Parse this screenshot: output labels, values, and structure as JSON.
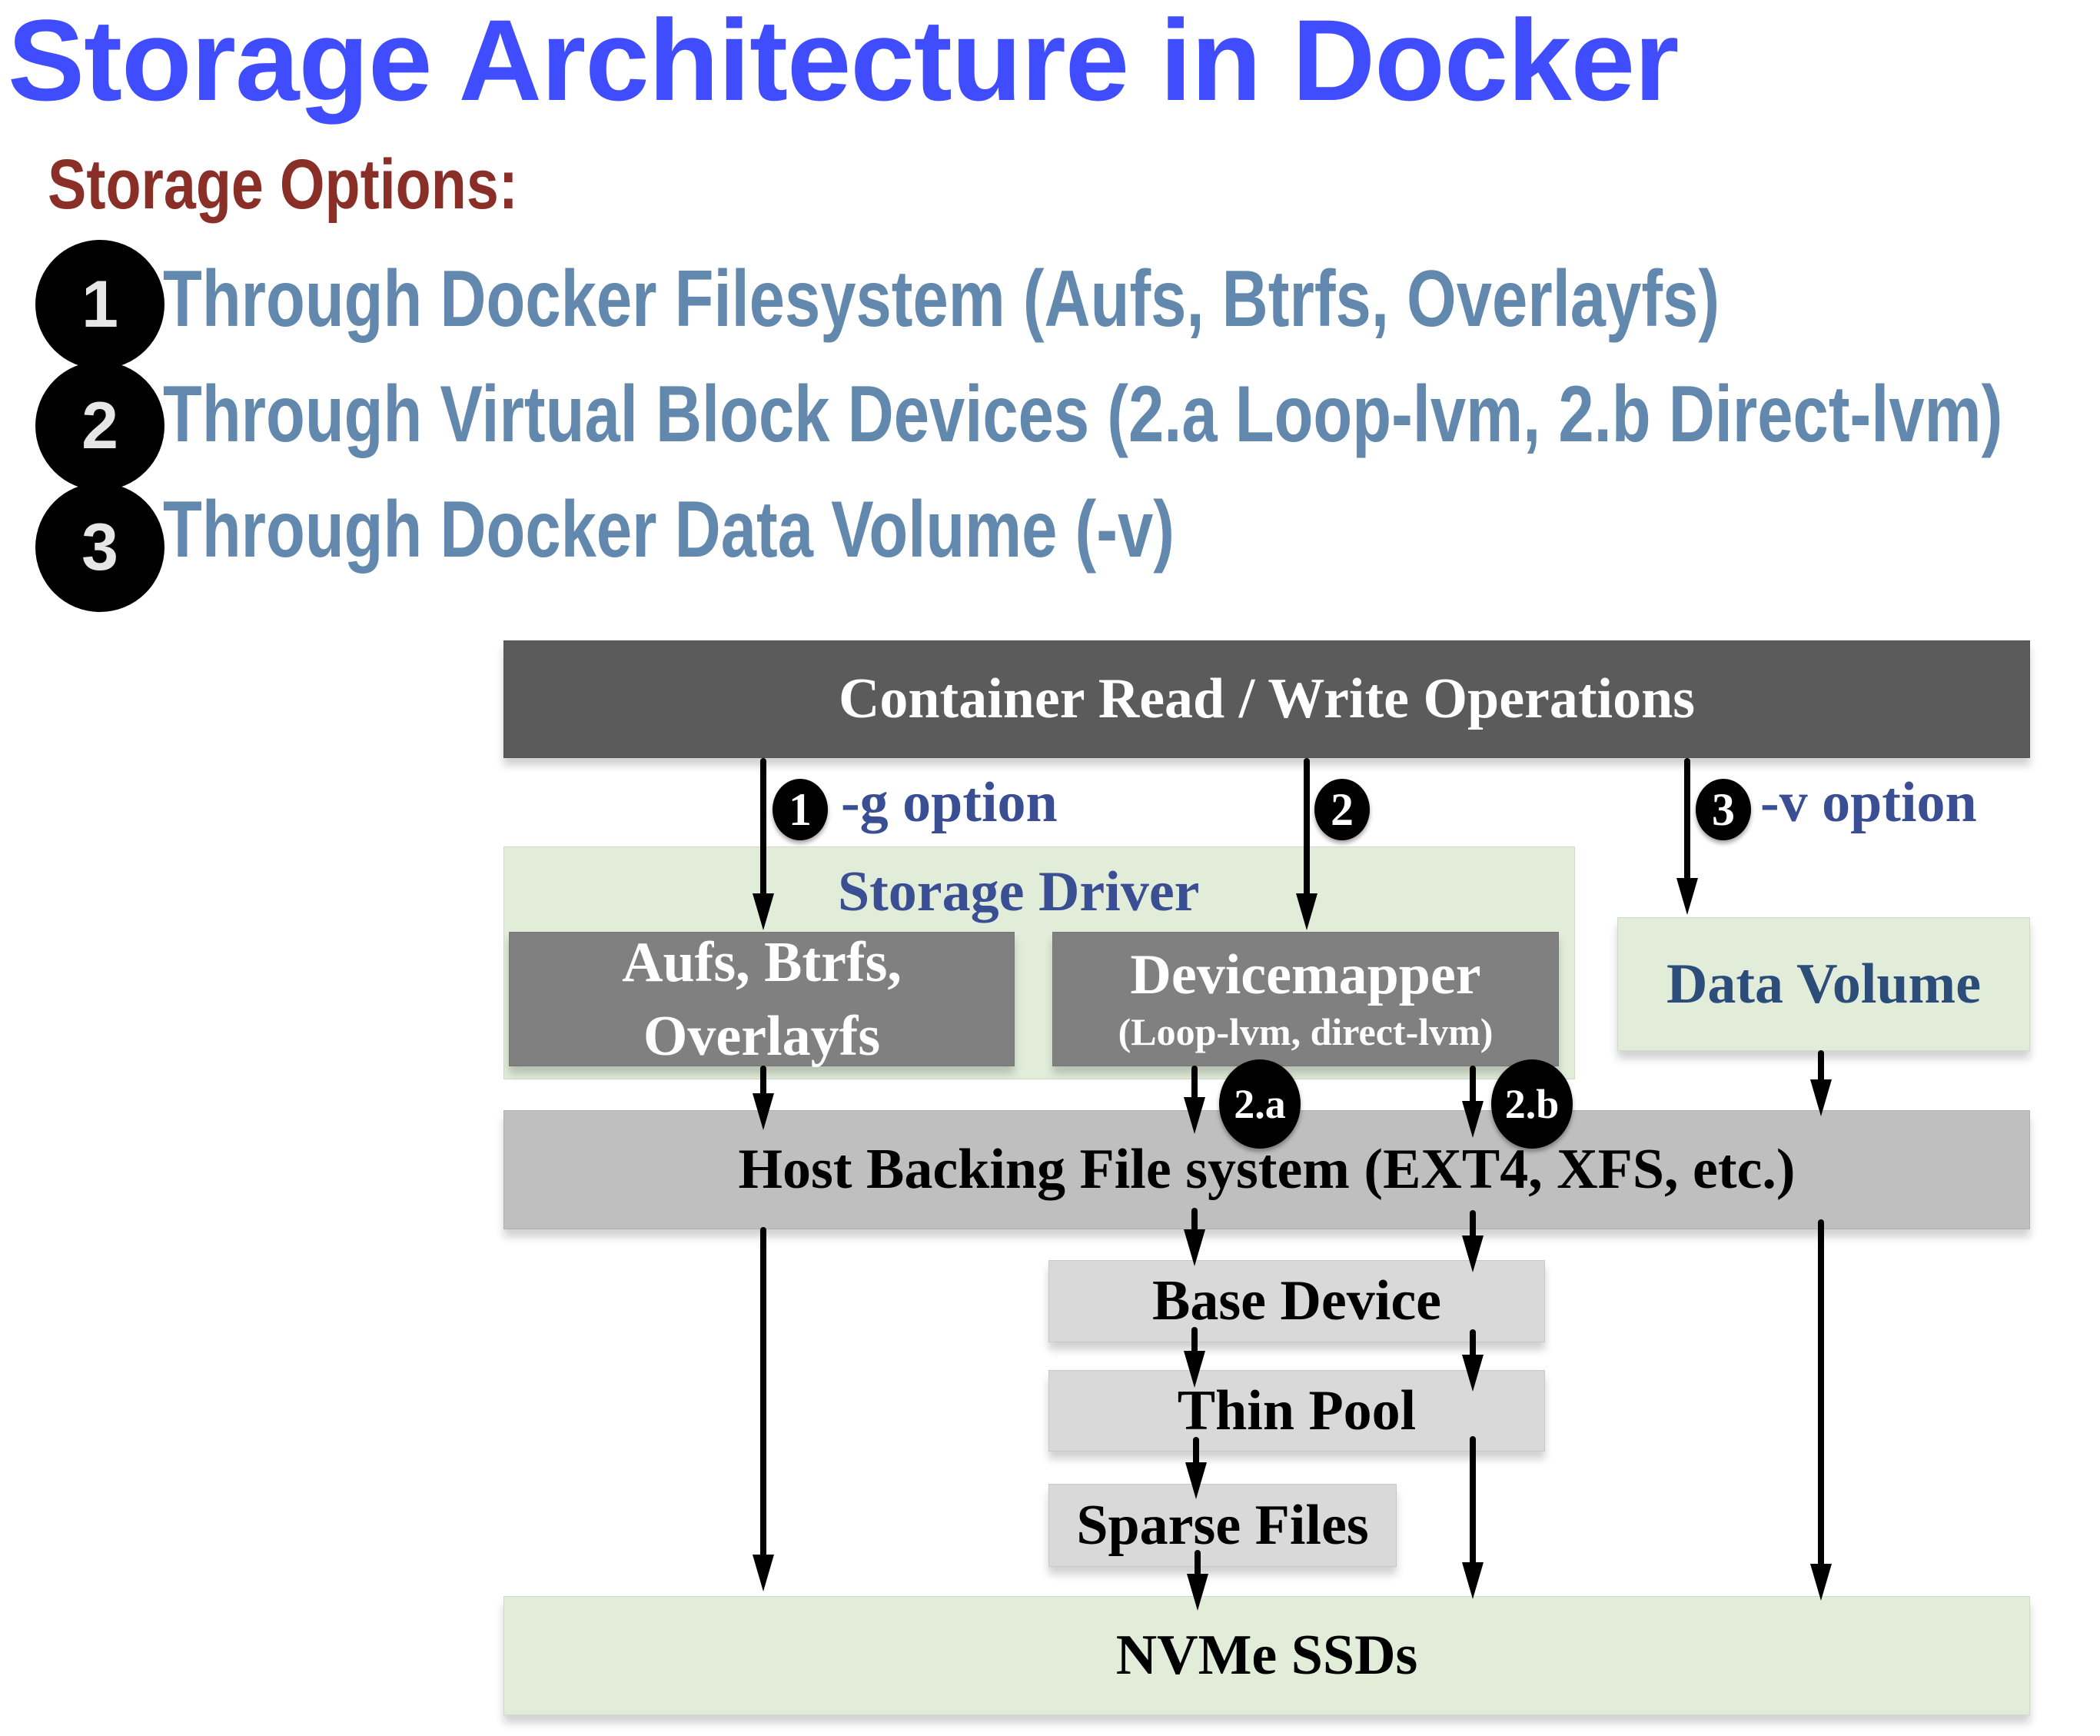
{
  "title": "Storage Architecture in Docker",
  "subtitle": "Storage Options:",
  "options": [
    {
      "number": "1",
      "text": "Through Docker Filesystem (Aufs, Btrfs, Overlayfs)"
    },
    {
      "number": "2",
      "text": "Through Virtual Block Devices (2.a Loop-lvm, 2.b Direct-lvm)"
    },
    {
      "number": "3",
      "text": "Through Docker Data Volume (-v)"
    }
  ],
  "diagram": {
    "container_ops": "Container Read / Write Operations",
    "path_labels": {
      "p1_badge": "1",
      "p1_text": "-g option",
      "p2_badge": "2",
      "p3_badge": "3",
      "p3_text": "-v option"
    },
    "storage_driver": "Storage Driver",
    "aufs_line1": "Aufs, Btrfs,",
    "aufs_line2": "Overlayfs",
    "devicemapper": "Devicemapper",
    "devicemapper_sub": "(Loop-lvm, direct-lvm)",
    "data_volume": "Data Volume",
    "badge_2a": "2.a",
    "badge_2b": "2.b",
    "host_fs": "Host Backing File system (EXT4, XFS, etc.)",
    "base_device": "Base Device",
    "thin_pool": "Thin Pool",
    "sparse_files": "Sparse Files",
    "nvme": "NVMe SSDs"
  },
  "colors": {
    "title": "#3f4dff",
    "subtitle": "#8a2f27",
    "option_text": "#6289ad",
    "diagram_label_blue": "#3a4f93",
    "data_volume_text": "#2c4c7a"
  }
}
